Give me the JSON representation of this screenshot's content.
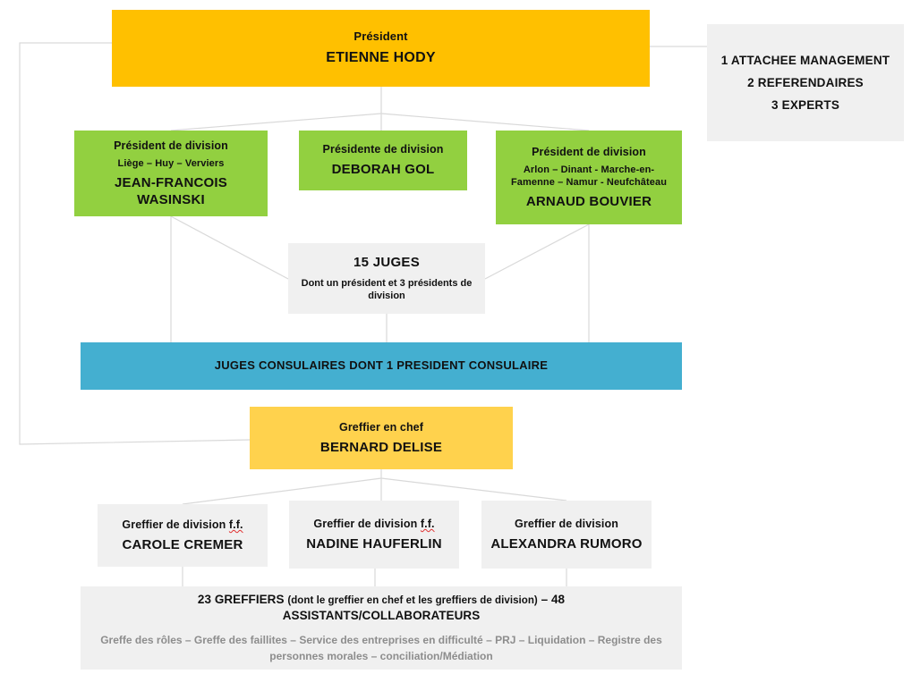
{
  "theme": {
    "orange": "#ffc000",
    "green": "#92d040",
    "grey": "#f0f0f0",
    "blue": "#44afd0",
    "amber": "#ffd24d",
    "connector": "#d9d9d9",
    "text": "#111111",
    "muted_text": "#8d8d8d",
    "spellcheck_underline": "#e03030"
  },
  "president": {
    "role": "Président",
    "person": "ETIENNE HODY"
  },
  "staff_box": {
    "lines": [
      "1 ATTACHEE MANAGEMENT",
      "2 REFERENDAIRES",
      "3 EXPERTS"
    ]
  },
  "divisions": [
    {
      "role": "Président de division",
      "scope": "Liège – Huy – Verviers",
      "person": "JEAN-FRANCOIS WASINSKI"
    },
    {
      "role": "Présidente de division",
      "scope": "",
      "person": "DEBORAH GOL"
    },
    {
      "role": "Président de division",
      "scope": "Arlon – Dinant - Marche-en-Famenne – Namur - Neufchâteau",
      "person": "ARNAUD BOUVIER"
    }
  ],
  "judges": {
    "count": "15 JUGES",
    "detail": "Dont un président et 3 présidents de division"
  },
  "consular": {
    "banner": "JUGES CONSULAIRES DONT 1 PRESIDENT CONSULAIRE"
  },
  "chief_clerk": {
    "role": "Greffier en chef",
    "person": "BERNARD DELISE"
  },
  "division_clerks": [
    {
      "role_prefix": "Greffier de division ",
      "role_suffix": "f.f.",
      "person": "CAROLE CREMER"
    },
    {
      "role_prefix": "Greffier de division ",
      "role_suffix": "f.f.",
      "person": "NADINE HAUFERLIN"
    },
    {
      "role_prefix": "Greffier de division",
      "role_suffix": "",
      "person": "ALEXANDRA RUMORO"
    }
  ],
  "footer": {
    "headcount_lead": "23 GREFFIERS ",
    "headcount_sub": "(dont le greffier en chef et les greffiers de division)",
    "headcount_tail": " – 48 ASSISTANTS/COLLABORATEURS",
    "services": "Greffe des rôles – Greffe des faillites – Service des entreprises en difficulté – PRJ – Liquidation – Registre des personnes morales – conciliation/Médiation"
  }
}
